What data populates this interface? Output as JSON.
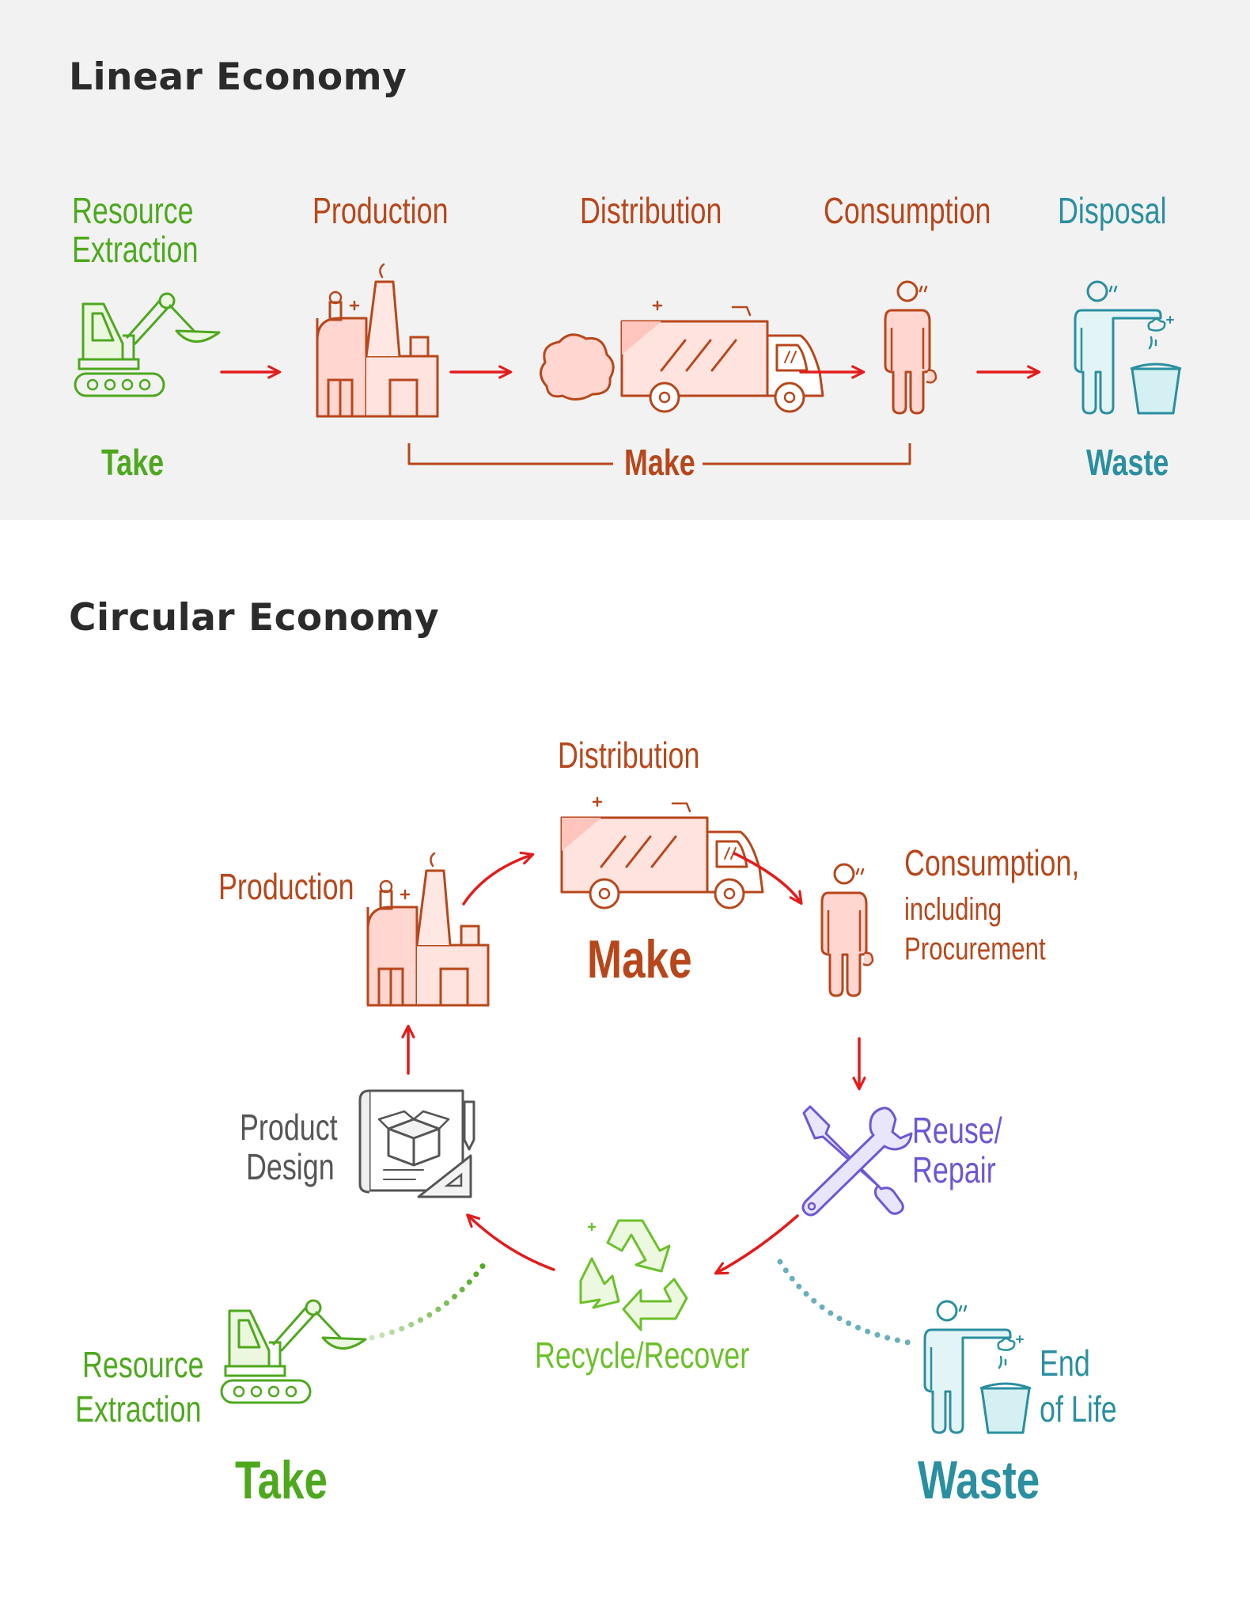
{
  "linear": {
    "title": "Linear Economy",
    "stages": {
      "resource_extraction": "Resource\nExtraction",
      "production": "Production",
      "distribution": "Distribution",
      "consumption": "Consumption",
      "disposal": "Disposal"
    },
    "phases": {
      "take": "Take",
      "make": "Make",
      "waste": "Waste"
    }
  },
  "circular": {
    "title": "Circular Economy",
    "stages": {
      "distribution": "Distribution",
      "production": "Production",
      "consumption_line1": "Consumption,",
      "consumption_line2": "including",
      "consumption_line3": "Procurement",
      "product_design_line1": "Product",
      "product_design_line2": "Design",
      "reuse_repair_line1": "Reuse/",
      "reuse_repair_line2": "Repair",
      "recycle_recover": "Recycle/Recover",
      "resource_extraction_line1": "Resource",
      "resource_extraction_line2": "Extraction",
      "end_of_life_line1": "End",
      "end_of_life_line2": "of Life"
    },
    "phases": {
      "make": "Make",
      "take": "Take",
      "waste": "Waste"
    }
  },
  "colors": {
    "take": "#4ea81e",
    "make": "#b7471b",
    "waste": "#2a8fa0",
    "arrow": "#e31b1b",
    "reuse": "#6a58d6",
    "recycle": "#6cc02a",
    "design": "#555555",
    "panel_bg": "#f2f2f2"
  },
  "icons": {
    "resource_extraction": "excavator-icon",
    "production": "factory-icon",
    "distribution": "truck-icon",
    "consumption": "person-icon",
    "disposal": "person-bin-icon",
    "product_design": "blueprint-icon",
    "reuse_repair": "wrench-screwdriver-icon",
    "recycle_recover": "recycle-icon"
  }
}
